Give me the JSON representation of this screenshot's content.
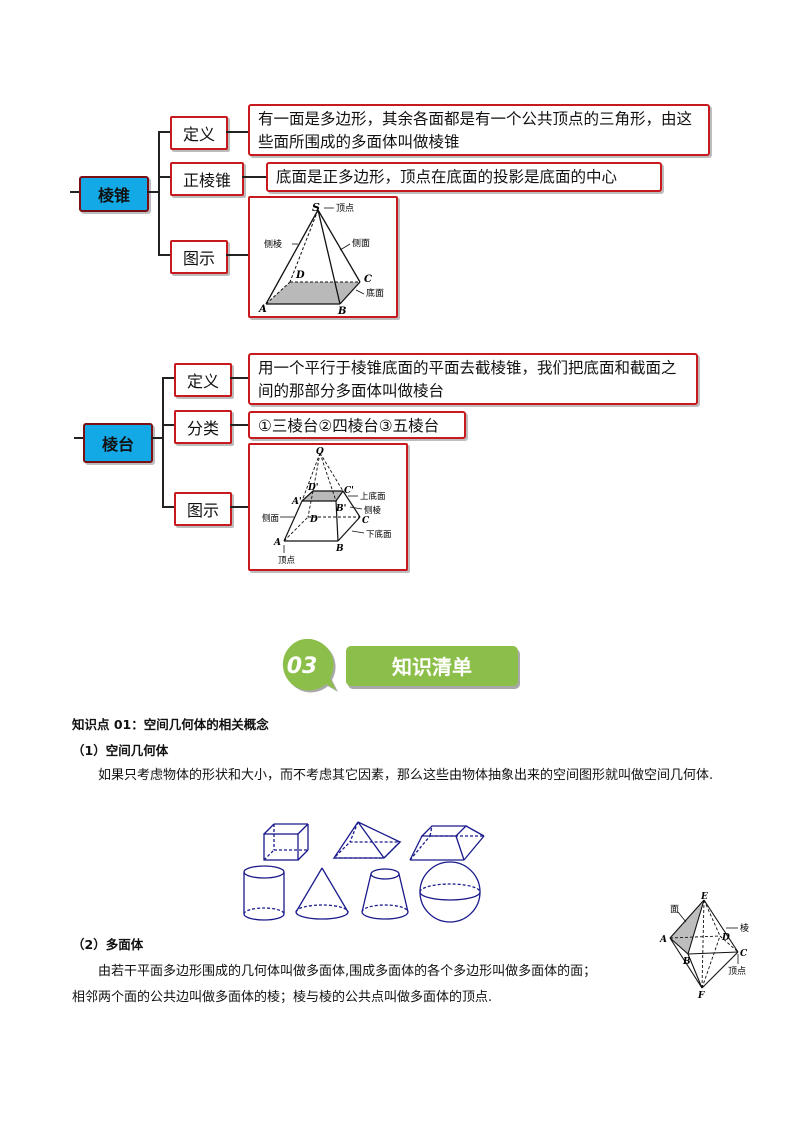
{
  "mindmap_pyramid": {
    "root": "棱锥",
    "branches": [
      {
        "label": "定义",
        "text": "有一面是多边形，其余各面都是有一个公共顶点的三角形，由这些面所围成的多面体叫做棱锥"
      },
      {
        "label": "正棱锥",
        "text": "底面是正多边形，顶点在底面的投影是底面的中心"
      },
      {
        "label": "图示"
      }
    ],
    "figure_labels": {
      "S": "S",
      "vertex": "顶点",
      "lateral_edge": "侧棱",
      "lateral_face": "侧面",
      "D": "D",
      "C": "C",
      "base": "底面",
      "A": "A",
      "B": "B"
    }
  },
  "mindmap_frustum": {
    "root": "棱台",
    "branches": [
      {
        "label": "定义",
        "text": "用一个平行于棱锥底面的平面去截棱锥，我们把底面和截面之间的那部分多面体叫做棱台"
      },
      {
        "label": "分类",
        "text": "①三棱台②四棱台③五棱台"
      },
      {
        "label": "图示"
      }
    ],
    "figure_labels": {
      "O": "O",
      "Dp": "D'",
      "Cp": "C'",
      "Ap": "A'",
      "Bp": "B'",
      "upper_base": "上底面",
      "lateral_face": "侧面",
      "lateral_edge": "侧棱",
      "D": "D",
      "C": "C",
      "A": "A",
      "B": "B",
      "lower_base": "下底面",
      "vertex": "顶点"
    }
  },
  "section_banner": {
    "number": "03",
    "title": "知识清单"
  },
  "content": {
    "point_title": "知识点 01：空间几何体的相关概念",
    "sub1_title": "（1）空间几何体",
    "sub1_text": "如果只考虑物体的形状和大小，而不考虑其它因素，那么这些由物体抽象出来的空间图形就叫做空间几何体.",
    "sub2_title": "（2）多面体",
    "sub2_text_line1": "由若干平面多边形围成的几何体叫做多面体,围成多面体的各个多边形叫做多面体的面；",
    "sub2_text_line2": "相邻两个面的公共边叫做多面体的棱；棱与棱的公共点叫做多面体的顶点.",
    "octa_labels": {
      "face": "面",
      "E": "E",
      "edge": "棱",
      "A": "A",
      "D": "D",
      "B": "B",
      "C": "C",
      "vertex": "顶点",
      "F": "F"
    }
  },
  "colors": {
    "root_fill": "#12a9e6",
    "node_border": "#c8191e",
    "banner_green": "#8cbf4a",
    "shape_stroke": "#1a1a8c"
  }
}
